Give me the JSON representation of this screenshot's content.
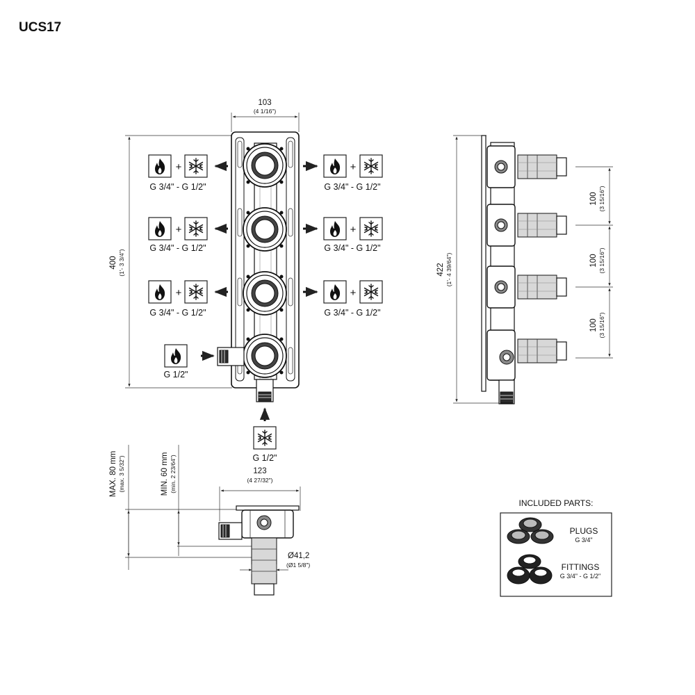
{
  "model": "UCS17",
  "front_view": {
    "width_mm": "103",
    "width_in": "(4 1/16\")",
    "height_mm": "400",
    "height_in": "(1'- 3 3/4\")",
    "outlet_label": "G 3/4\" - G 1/2\"",
    "hot_inlet_label": "G 1/2\"",
    "cold_inlet_label": "G 1/2\"",
    "plus_sign": "+"
  },
  "side_view": {
    "height_mm": "422",
    "height_in": "(1'- 4 39/64\")",
    "spacing_mm": "100",
    "spacing_in": "(3 15/16\")"
  },
  "bottom_view": {
    "max_depth": "MAX. 80 mm",
    "max_depth_in": "(max. 3 5/32\")",
    "min_depth": "MIN. 60 mm",
    "min_depth_in": "(min. 2 23/64\")",
    "width_mm": "123",
    "width_in": "(4 27/32\")",
    "diameter_mm": "Ø41,2",
    "diameter_in": "(Ø1 5/8\")"
  },
  "included_parts": {
    "heading": "INCLUDED PARTS:",
    "plugs_label": "PLUGS",
    "plugs_size": "G 3/4\"",
    "fittings_label": "FITTINGS",
    "fittings_size": "G 3/4\" - G 1/2\""
  },
  "icons": {
    "hot": "flame-icon",
    "cold": "snowflake-icon",
    "arrow": "arrow-icon"
  }
}
